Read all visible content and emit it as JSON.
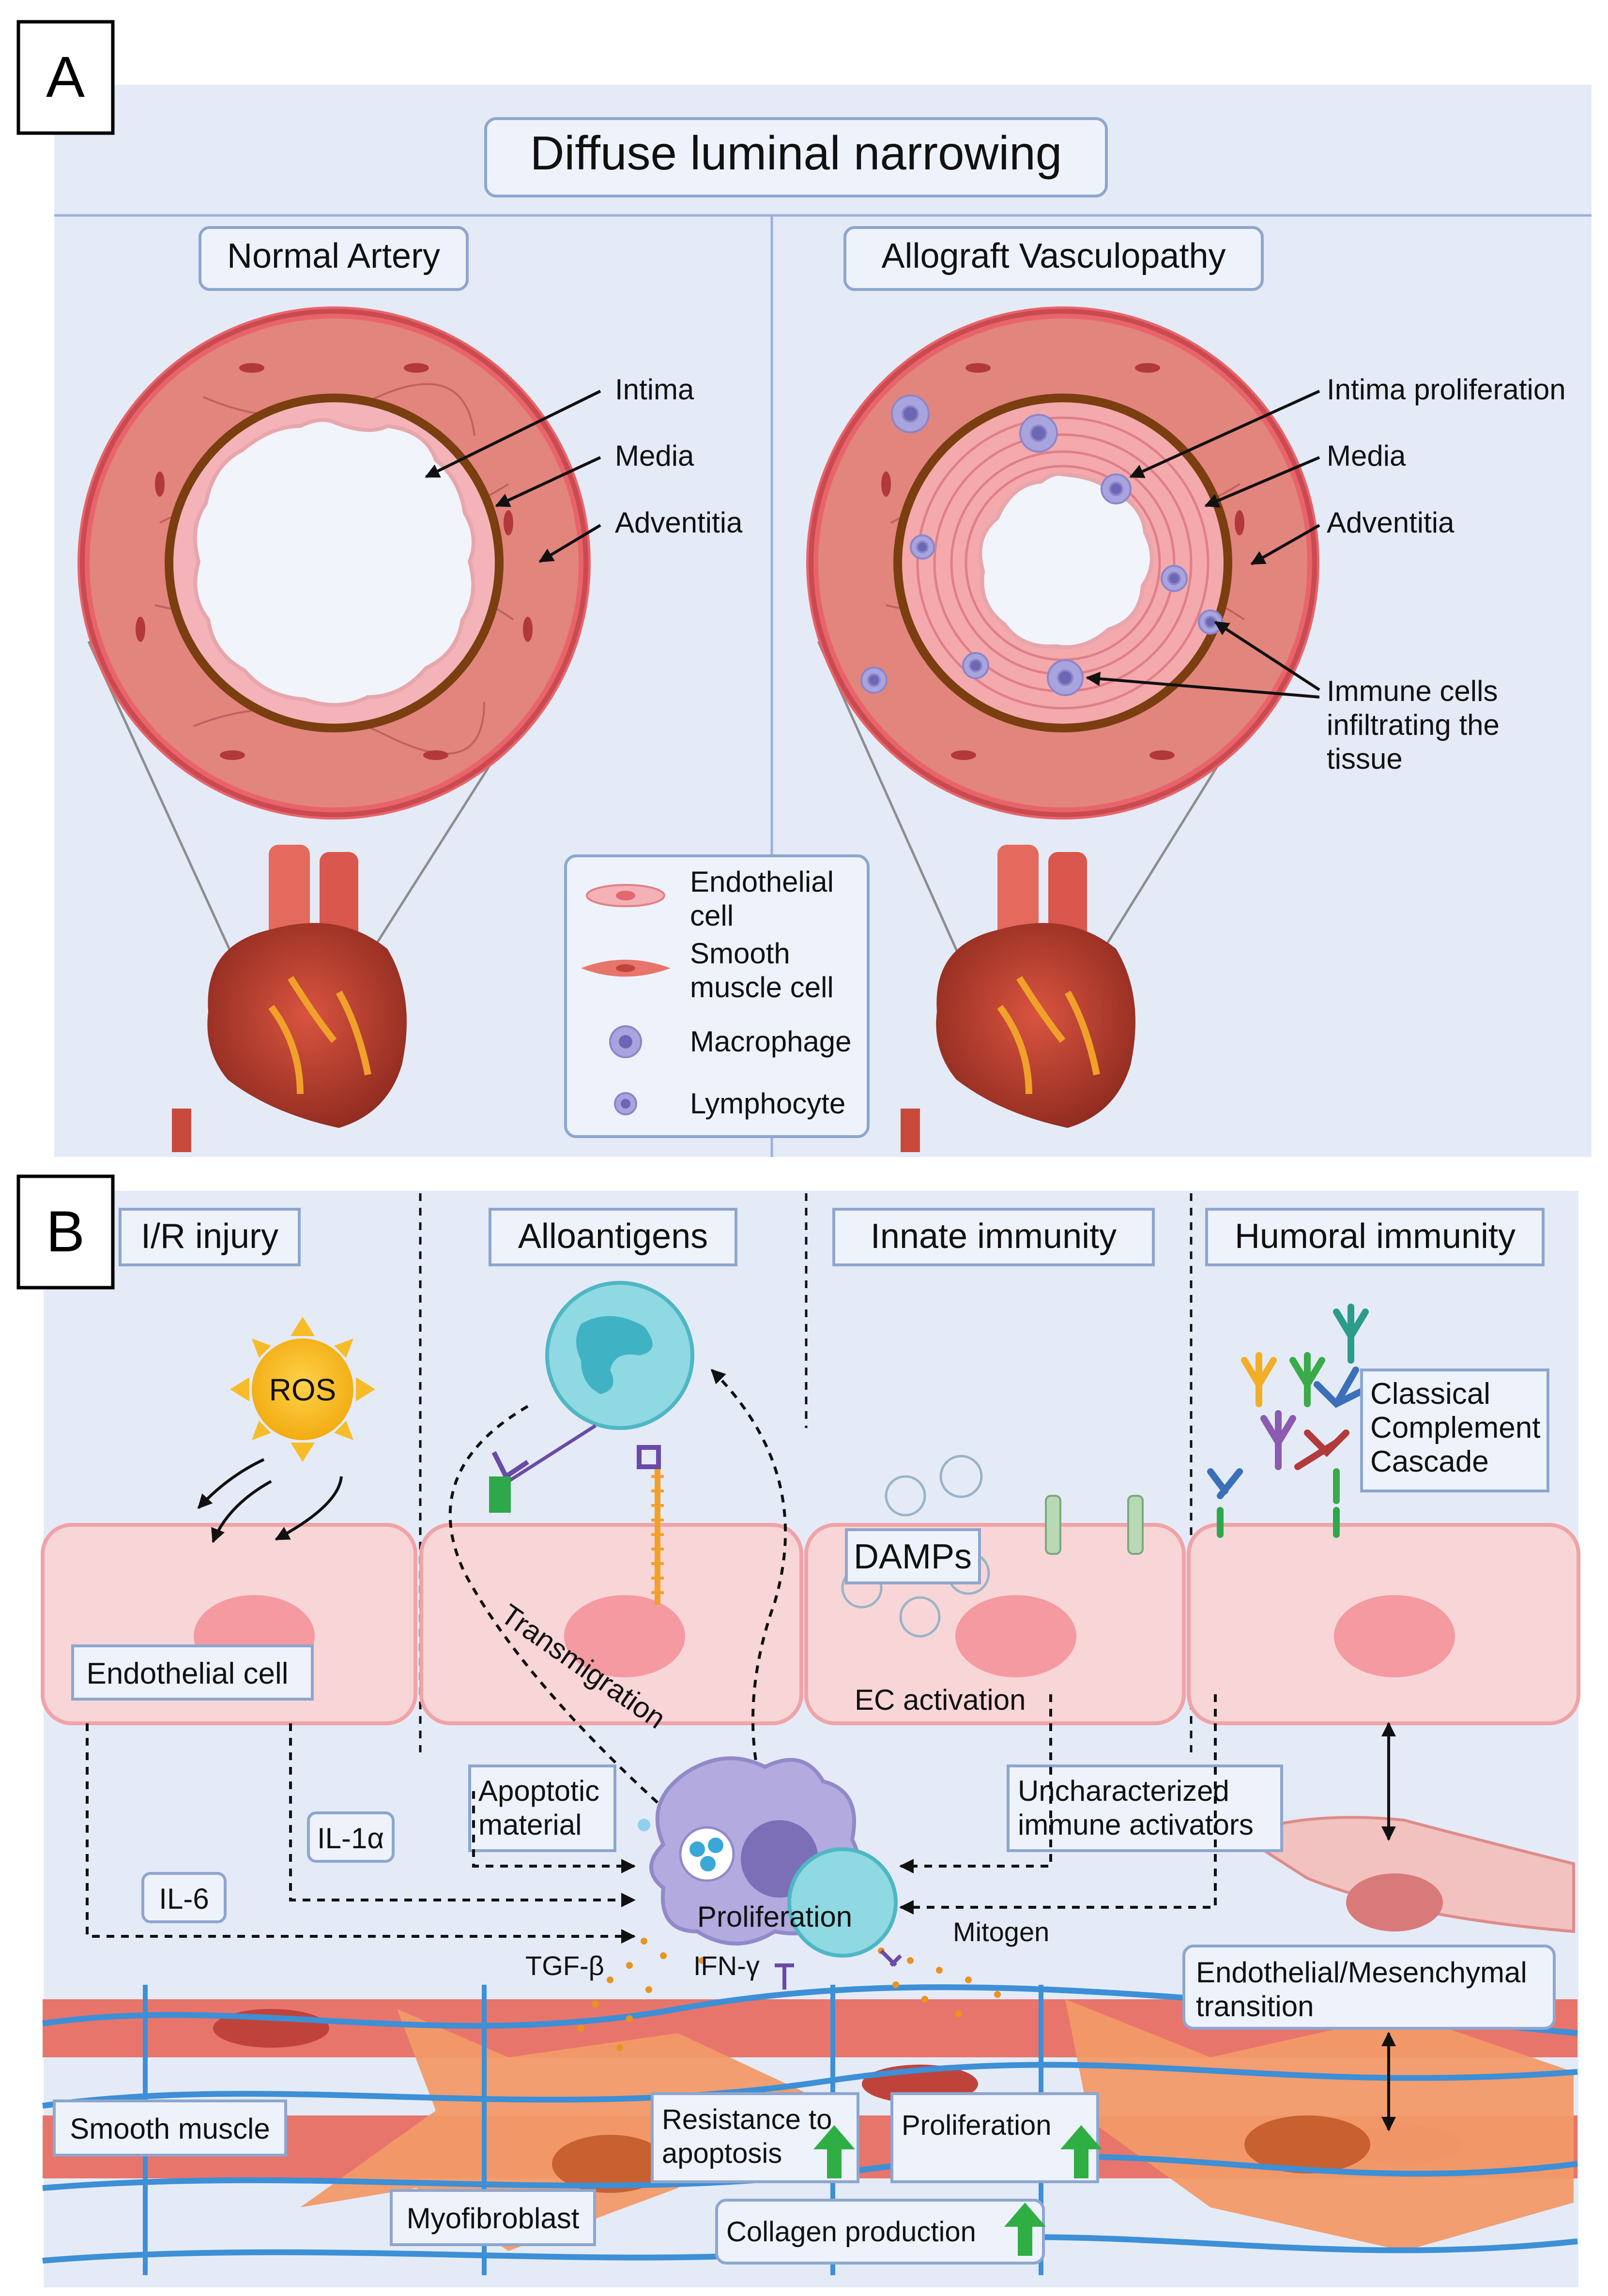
{
  "panel_a": {
    "letter": "A",
    "title": "Diffuse luminal narrowing",
    "normal": {
      "title": "Normal Artery",
      "intima": "Intima",
      "media": "Media",
      "adventitia": "Adventitia"
    },
    "cav": {
      "title": "Allograft Vasculopathy",
      "intima": "Intima proliferation",
      "media": "Media",
      "adventitia": "Adventitia",
      "immune_1": "Immune cells",
      "immune_2": "infiltrating the",
      "immune_3": "tissue"
    },
    "legend": {
      "endo_1": "Endothelial",
      "endo_2": "cell",
      "smc_1": "Smooth",
      "smc_2": "muscle cell",
      "macrophage": "Macrophage",
      "lymphocyte": "Lymphocyte"
    }
  },
  "panel_b": {
    "letter": "B",
    "headers": {
      "ir": "I/R injury",
      "allo": "Alloantigens",
      "innate": "Innate immunity",
      "humoral": "Humoral immunity"
    },
    "ros": "ROS",
    "complement_1": "Classical",
    "complement_2": "Complement",
    "complement_3": "Cascade",
    "damps": "DAMPs",
    "endothelial_cell": "Endothelial cell",
    "transmigration": "Transmigration",
    "ec_activation": "EC activation",
    "apoptotic_1": "Apoptotic",
    "apoptotic_2": "material",
    "uncharacterized_1": "Uncharacterized",
    "uncharacterized_2": "immune activators",
    "il1a": "IL-1α",
    "il6": "IL-6",
    "proliferation_center": "Proliferation",
    "mitogen": "Mitogen",
    "tgfb": "TGF-β",
    "ifng": "IFN-γ",
    "endmt_1": "Endothelial/Mesenchymal",
    "endmt_2": "transition",
    "smooth_muscle": "Smooth muscle",
    "resistance_1": "Resistance to",
    "resistance_2": "apoptosis",
    "proliferation_box": "Proliferation",
    "myofibroblast": "Myofibroblast",
    "collagen": "Collagen production"
  },
  "colors": {
    "panel_bg": "#e4ebf7",
    "divider": "#9ab0d8",
    "label_box_bg": "#eef3fb",
    "label_box_border": "#8ea6cf",
    "adventitia": "#e9646a",
    "media": "#d88a85",
    "elastic": "#7a3e10",
    "intima": "#f3b3b8",
    "lumen": "#f1f4fa",
    "endothelium": "#fcd9d9",
    "nucleus": "#f59aa0",
    "smooth_muscle": "#e8756b",
    "myofibroblast": "#f29a68",
    "collagen": "#3d8fd6",
    "ros": "#f7bc27",
    "lymphocyte": "#63c8d4",
    "macrophage": "#b3aadf",
    "green_arrow": "#2fae44",
    "heart": "#b83a2c"
  }
}
